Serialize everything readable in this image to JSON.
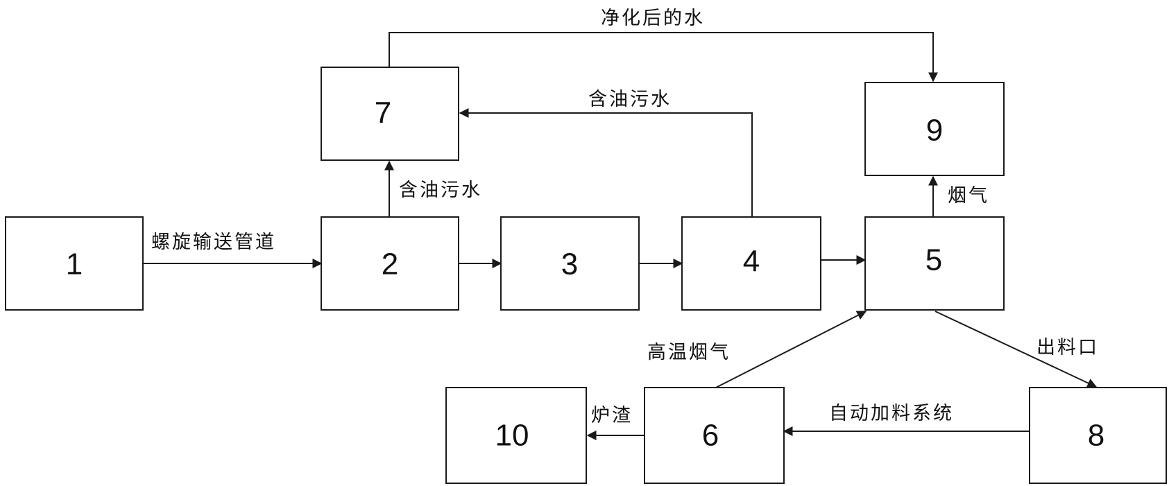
{
  "diagram": {
    "nodes": [
      {
        "id": "n1",
        "label": "1"
      },
      {
        "id": "n2",
        "label": "2"
      },
      {
        "id": "n3",
        "label": "3"
      },
      {
        "id": "n4",
        "label": "4"
      },
      {
        "id": "n5",
        "label": "5"
      },
      {
        "id": "n6",
        "label": "6"
      },
      {
        "id": "n7",
        "label": "7"
      },
      {
        "id": "n8",
        "label": "8"
      },
      {
        "id": "n9",
        "label": "9"
      },
      {
        "id": "n10",
        "label": "10"
      }
    ],
    "edges": [
      {
        "from": "n1",
        "to": "n2",
        "label": "螺旋输送管道"
      },
      {
        "from": "n2",
        "to": "n3",
        "label": ""
      },
      {
        "from": "n3",
        "to": "n4",
        "label": ""
      },
      {
        "from": "n4",
        "to": "n5",
        "label": ""
      },
      {
        "from": "n2",
        "to": "n7",
        "label": "含油污水"
      },
      {
        "from": "n4",
        "to": "n7",
        "label": "含油污水"
      },
      {
        "from": "n7",
        "to": "n9",
        "label": "净化后的水"
      },
      {
        "from": "n5",
        "to": "n9",
        "label": "烟气"
      },
      {
        "from": "n5",
        "to": "n8",
        "label": "出料口"
      },
      {
        "from": "n8",
        "to": "n6",
        "label": "自动加料系统"
      },
      {
        "from": "n6",
        "to": "n5",
        "label": "高温烟气"
      },
      {
        "from": "n6",
        "to": "n10",
        "label": "炉渣"
      }
    ]
  }
}
